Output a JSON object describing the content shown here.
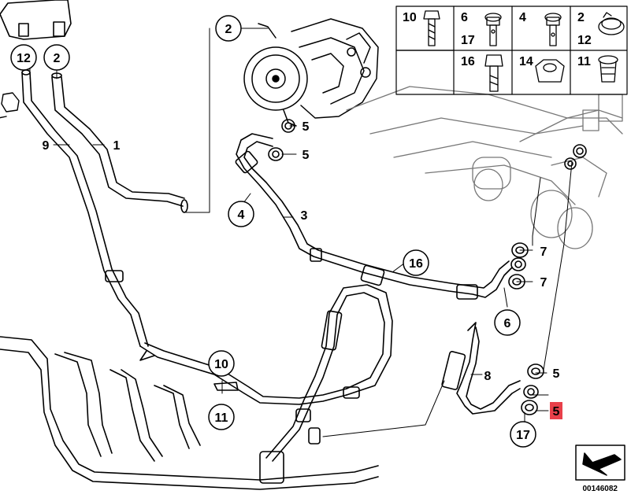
{
  "diagram_id": "00146082",
  "highlight_color": "#e8404a",
  "callouts": [
    {
      "id": "c12",
      "text": "12",
      "shape": "circle"
    },
    {
      "id": "c2a",
      "text": "2",
      "shape": "circle"
    },
    {
      "id": "c2b",
      "text": "2",
      "shape": "circle"
    },
    {
      "id": "c9",
      "text": "9",
      "shape": "plain"
    },
    {
      "id": "c1",
      "text": "1",
      "shape": "plain"
    },
    {
      "id": "c5a",
      "text": "5",
      "shape": "plain"
    },
    {
      "id": "c5b",
      "text": "5",
      "shape": "plain"
    },
    {
      "id": "c4",
      "text": "4",
      "shape": "circle"
    },
    {
      "id": "c3",
      "text": "3",
      "shape": "plain"
    },
    {
      "id": "c16",
      "text": "16",
      "shape": "circle"
    },
    {
      "id": "c7a",
      "text": "7",
      "shape": "plain"
    },
    {
      "id": "c7b",
      "text": "7",
      "shape": "plain"
    },
    {
      "id": "c6",
      "text": "6",
      "shape": "circle"
    },
    {
      "id": "c10",
      "text": "10",
      "shape": "circle"
    },
    {
      "id": "c11",
      "text": "11",
      "shape": "circle"
    },
    {
      "id": "c8",
      "text": "8",
      "shape": "plain"
    },
    {
      "id": "c5c",
      "text": "5",
      "shape": "plain"
    },
    {
      "id": "c5d",
      "text": "5",
      "shape": "highlight"
    },
    {
      "id": "c17",
      "text": "17",
      "shape": "circle"
    }
  ],
  "hardware_table": [
    {
      "text": "10"
    },
    {
      "text": "6"
    },
    {
      "text": "17"
    },
    {
      "text": "4"
    },
    {
      "text": "2"
    },
    {
      "text": "12"
    },
    {
      "text": "16"
    },
    {
      "text": "14"
    },
    {
      "text": "11"
    }
  ]
}
